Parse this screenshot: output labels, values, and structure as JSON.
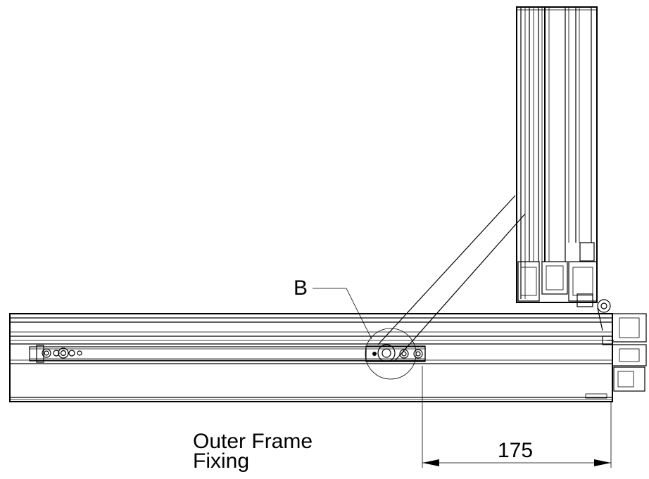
{
  "labels": {
    "detail_marker": "B",
    "fixing_line1": "Outer Frame",
    "fixing_line2": "Fixing",
    "dimension": "175"
  }
}
